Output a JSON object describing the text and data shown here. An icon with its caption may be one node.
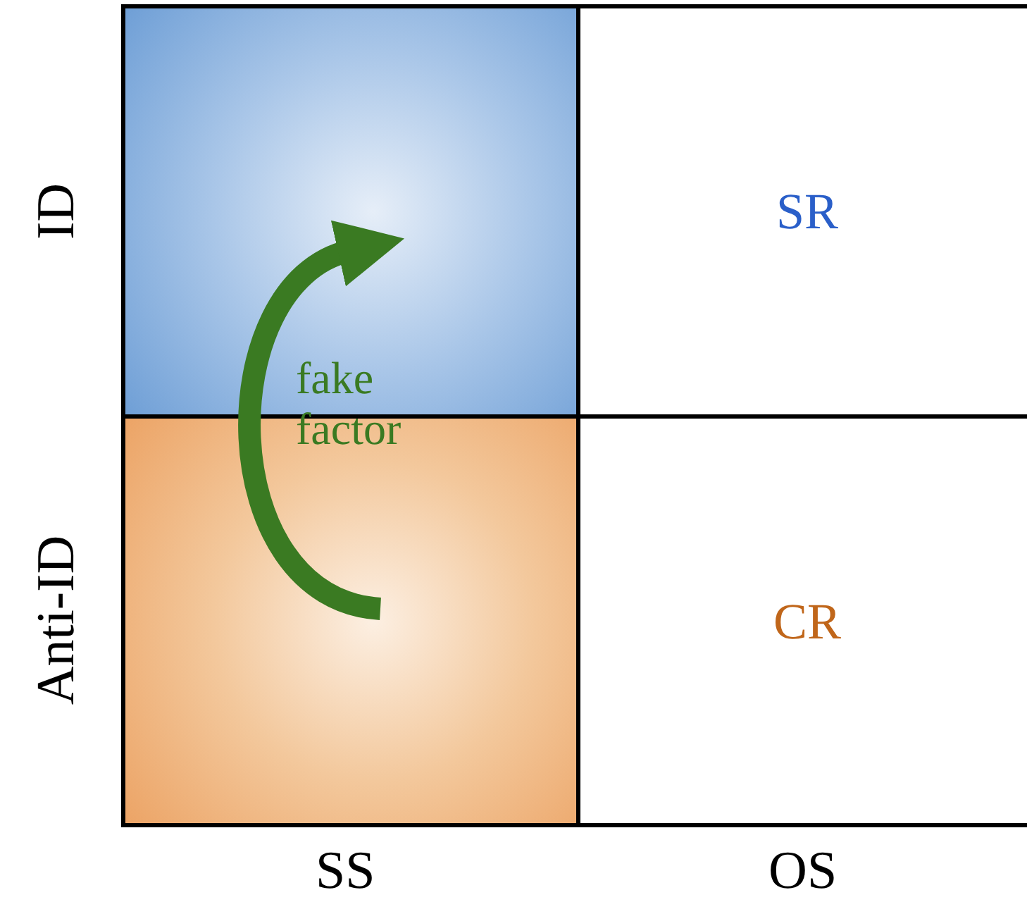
{
  "diagram": {
    "nodes": [
      {
        "text": [],
        "shape": "box"
      },
      {
        "text": [
          "SR"
        ]
      },
      {
        "text": [],
        "shape": "box"
      },
      {
        "text": [
          "CR"
        ]
      }
    ],
    "edges": [
      {
        "from": 2,
        "to": 0,
        "arrow": "to",
        "label": "fake factor",
        "color": "#3a7a22"
      }
    ],
    "labels": [
      "ID",
      "Anti-ID",
      "SS",
      "OS"
    ]
  }
}
